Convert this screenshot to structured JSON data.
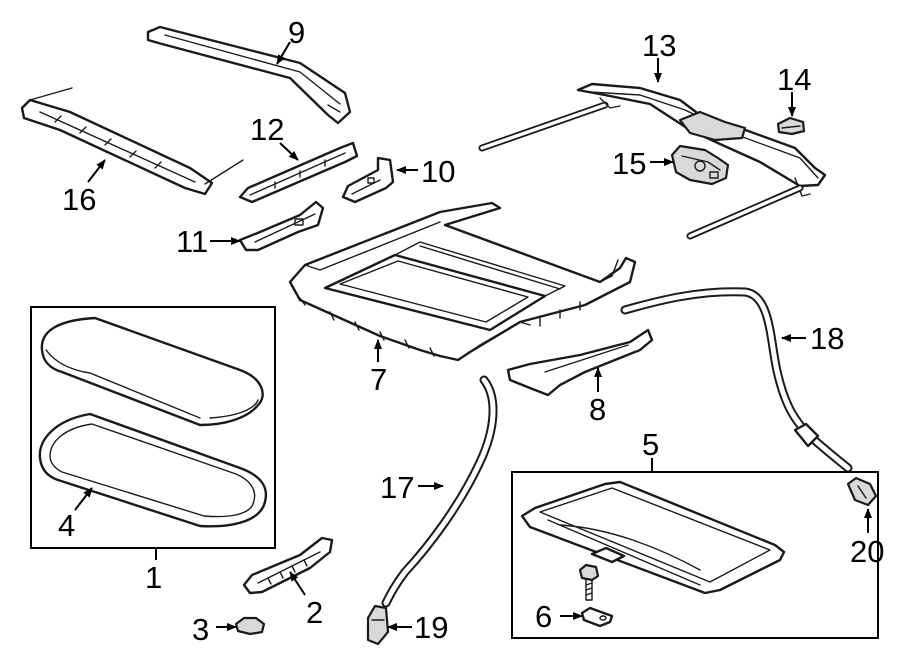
{
  "callouts": {
    "c1": "1",
    "c2": "2",
    "c3": "3",
    "c4": "4",
    "c5": "5",
    "c6": "6",
    "c7": "7",
    "c8": "8",
    "c9": "9",
    "c10": "10",
    "c11": "11",
    "c12": "12",
    "c13": "13",
    "c14": "14",
    "c15": "15",
    "c16": "16",
    "c17": "17",
    "c18": "18",
    "c19": "19",
    "c20": "20"
  },
  "colors": {
    "line": "#1a1a1a",
    "shade": "#d9d9d9",
    "background": "#ffffff"
  }
}
